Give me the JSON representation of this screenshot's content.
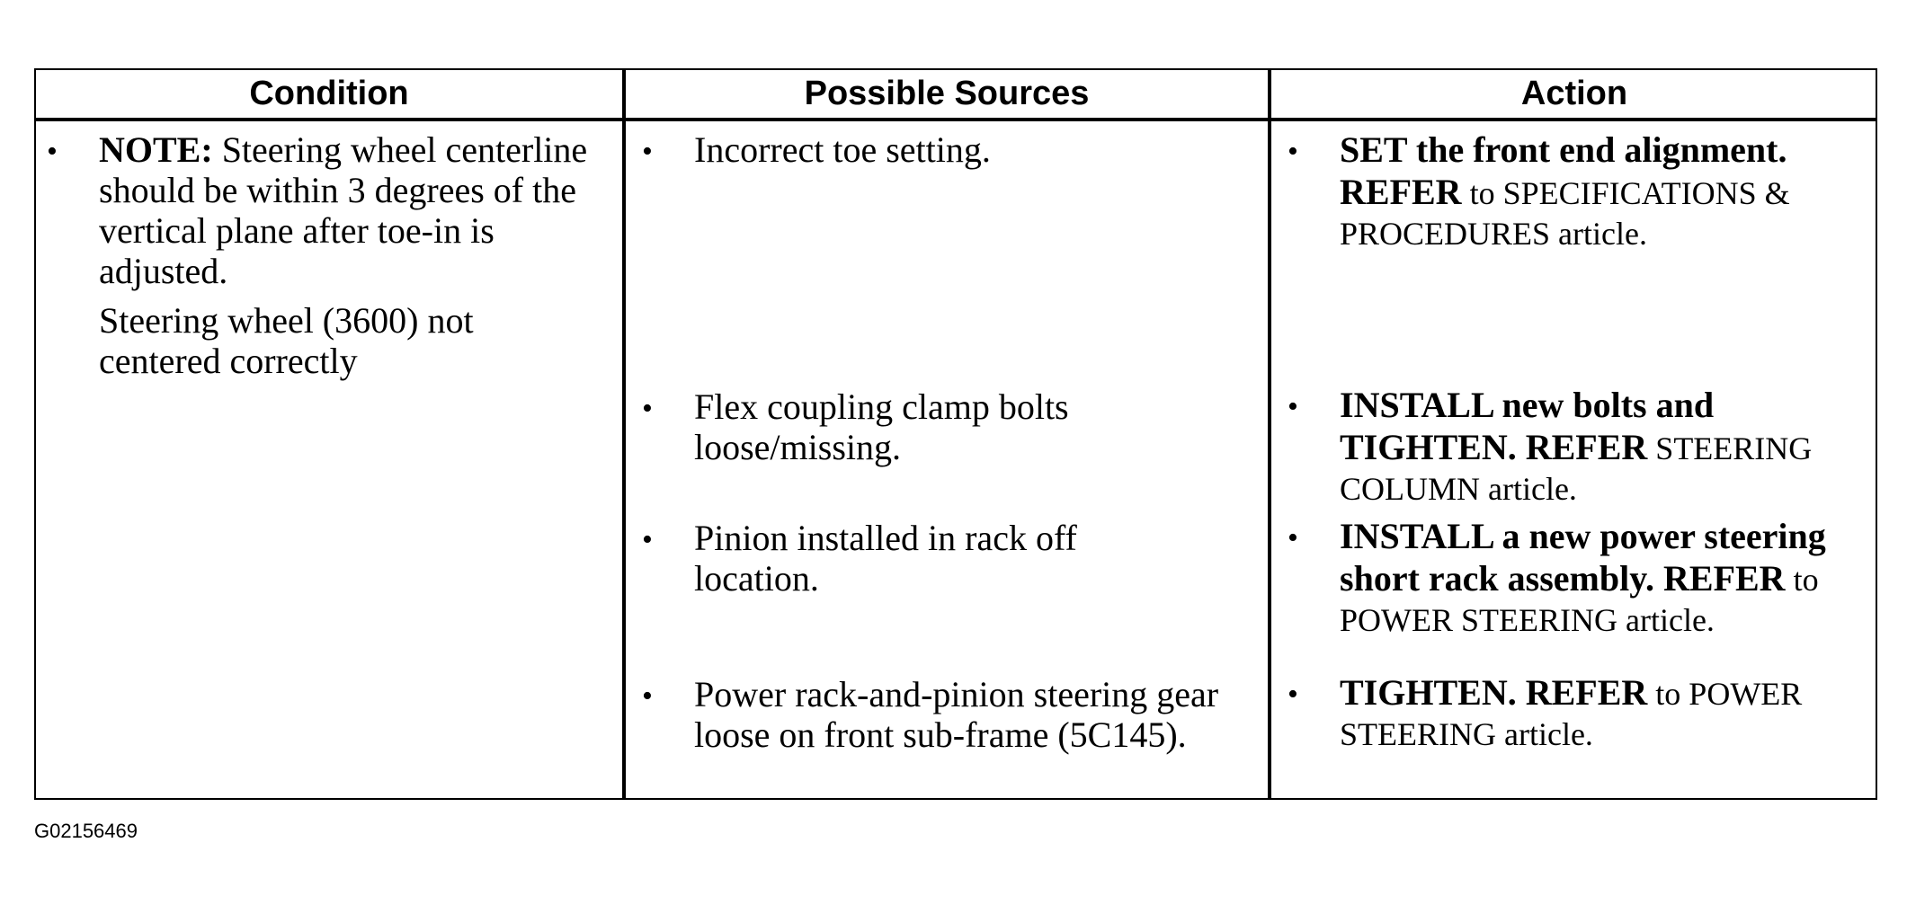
{
  "table": {
    "headers": [
      "Condition",
      "Possible Sources",
      "Action"
    ],
    "condition": {
      "note_label": "NOTE:",
      "note_text": "Steering wheel centerline should be within 3 degrees of the vertical plane after toe-in is adjusted.",
      "condition_text": "Steering wheel (3600) not centered correctly"
    },
    "rows": [
      {
        "source": "Incorrect toe setting.",
        "action": [
          {
            "text": "SET the front end alignment.",
            "bold": true
          },
          {
            "text": " REFER",
            "bold": true
          },
          {
            "text": " to SPECIFICATIONS & PROCEDURES article.",
            "bold": false
          }
        ]
      },
      {
        "source": "Flex coupling clamp bolts loose/missing.",
        "action": [
          {
            "text": "INSTALL new bolts and TIGHTEN. REFER",
            "bold": true
          },
          {
            "text": " STEERING COLUMN article.",
            "bold": false
          }
        ]
      },
      {
        "source": "Pinion installed in rack off location.",
        "action": [
          {
            "text": "INSTALL a new power steering short rack assembly. REFER",
            "bold": true
          },
          {
            "text": " to POWER STEERING article.",
            "bold": false
          }
        ]
      },
      {
        "source": "Power rack-and-pinion steering gear loose on front sub-frame (5C145).",
        "action": [
          {
            "text": "TIGHTEN. REFER",
            "bold": true
          },
          {
            "text": " to POWER STEERING article.",
            "bold": false
          }
        ]
      }
    ],
    "bullet_char": "•"
  },
  "figure_id": "G02156469"
}
